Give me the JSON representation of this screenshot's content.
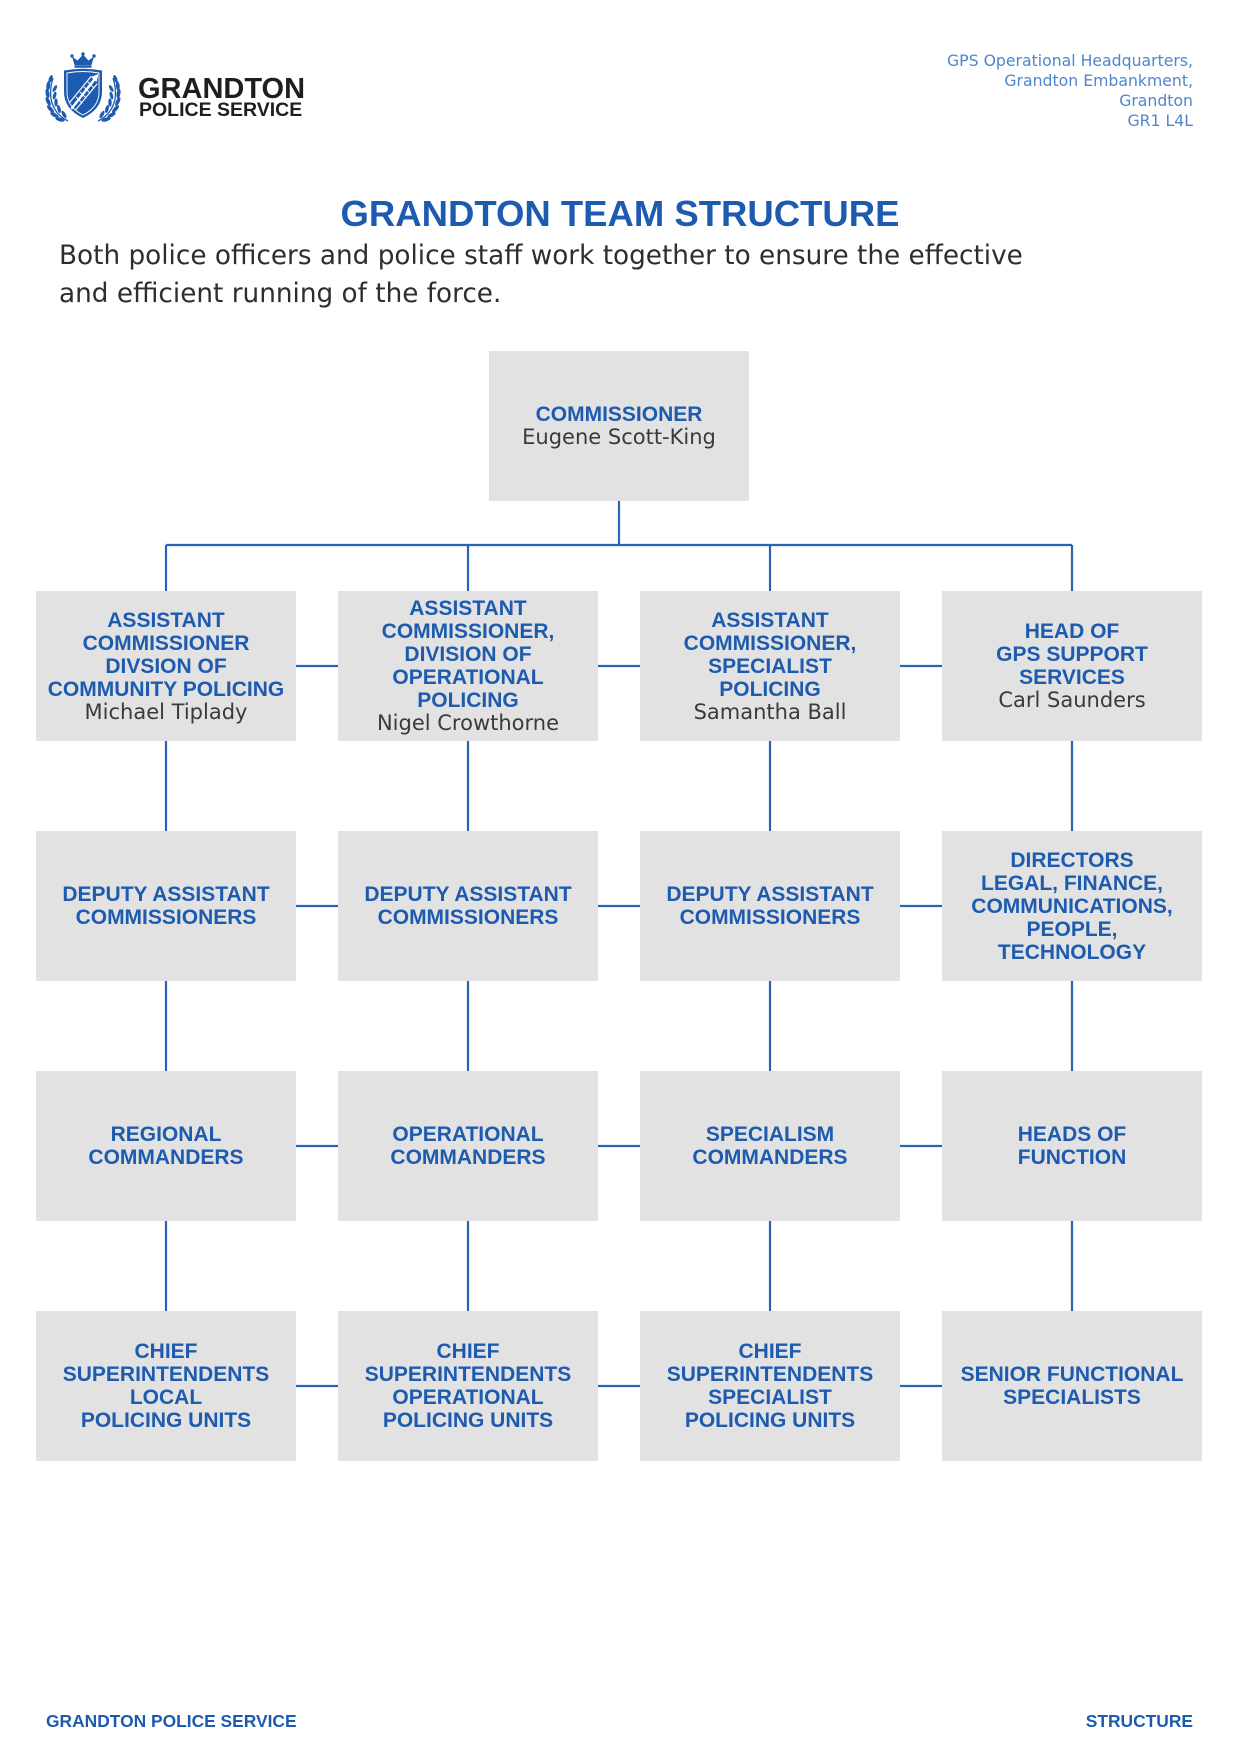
{
  "header": {
    "logo": {
      "icon": "police-crest-icon",
      "name": "GRANDTON",
      "subname": "POLICE SERVICE"
    },
    "address_lines": [
      "GPS Operational Headquarters,",
      "Grandton Embankment,",
      "Grandton",
      "GR1 L4L"
    ]
  },
  "page_title": "GRANDTON TEAM STRUCTURE",
  "intro": "Both police officers and police staff work together to ensure the effective and efficient running of the force.",
  "org_chart": {
    "top": {
      "title": [
        "COMMISSIONER"
      ],
      "name": "Eugene Scott-King"
    },
    "levels": [
      [
        {
          "title": [
            "ASSISTANT",
            "COMMISSIONER",
            "DIVSION OF",
            "COMMUNITY POLICING"
          ],
          "name": "Michael Tiplady"
        },
        {
          "title": [
            "ASSISTANT",
            "COMMISSIONER,",
            "DIVISION OF",
            "OPERATIONAL",
            "POLICING"
          ],
          "name": "Nigel Crowthorne"
        },
        {
          "title": [
            "ASSISTANT",
            "COMMISSIONER,",
            "SPECIALIST",
            "POLICING"
          ],
          "name": "Samantha Ball"
        },
        {
          "title": [
            "HEAD OF",
            "GPS SUPPORT",
            "SERVICES"
          ],
          "name": "Carl Saunders"
        }
      ],
      [
        {
          "title": [
            "DEPUTY ASSISTANT",
            "COMMISSIONERS"
          ]
        },
        {
          "title": [
            "DEPUTY ASSISTANT",
            "COMMISSIONERS"
          ]
        },
        {
          "title": [
            "DEPUTY ASSISTANT",
            "COMMISSIONERS"
          ]
        },
        {
          "title": [
            "DIRECTORS",
            "LEGAL, FINANCE,",
            "COMMUNICATIONS,",
            "PEOPLE,",
            "TECHNOLOGY"
          ]
        }
      ],
      [
        {
          "title": [
            "REGIONAL",
            "COMMANDERS"
          ]
        },
        {
          "title": [
            "OPERATIONAL",
            "COMMANDERS"
          ]
        },
        {
          "title": [
            "SPECIALISM",
            "COMMANDERS"
          ]
        },
        {
          "title": [
            "HEADS OF",
            "FUNCTION"
          ]
        }
      ],
      [
        {
          "title": [
            "CHIEF",
            "SUPERINTENDENTS",
            "LOCAL",
            "POLICING UNITS"
          ]
        },
        {
          "title": [
            "CHIEF",
            "SUPERINTENDENTS",
            "OPERATIONAL",
            "POLICING UNITS"
          ]
        },
        {
          "title": [
            "CHIEF",
            "SUPERINTENDENTS",
            "SPECIALIST",
            "POLICING UNITS"
          ]
        },
        {
          "title": [
            "SENIOR FUNCTIONAL",
            "SPECIALISTS"
          ]
        }
      ]
    ]
  },
  "footer": {
    "left": "GRANDTON POLICE SERVICE",
    "right": "STRUCTURE"
  },
  "theme": {
    "brand_blue": "#1d5bb0",
    "connector_blue": "#2a62b6",
    "box_fill": "#e2e2e2",
    "address_blue": "#4d86cf",
    "body_text": "#2e2e2e"
  }
}
